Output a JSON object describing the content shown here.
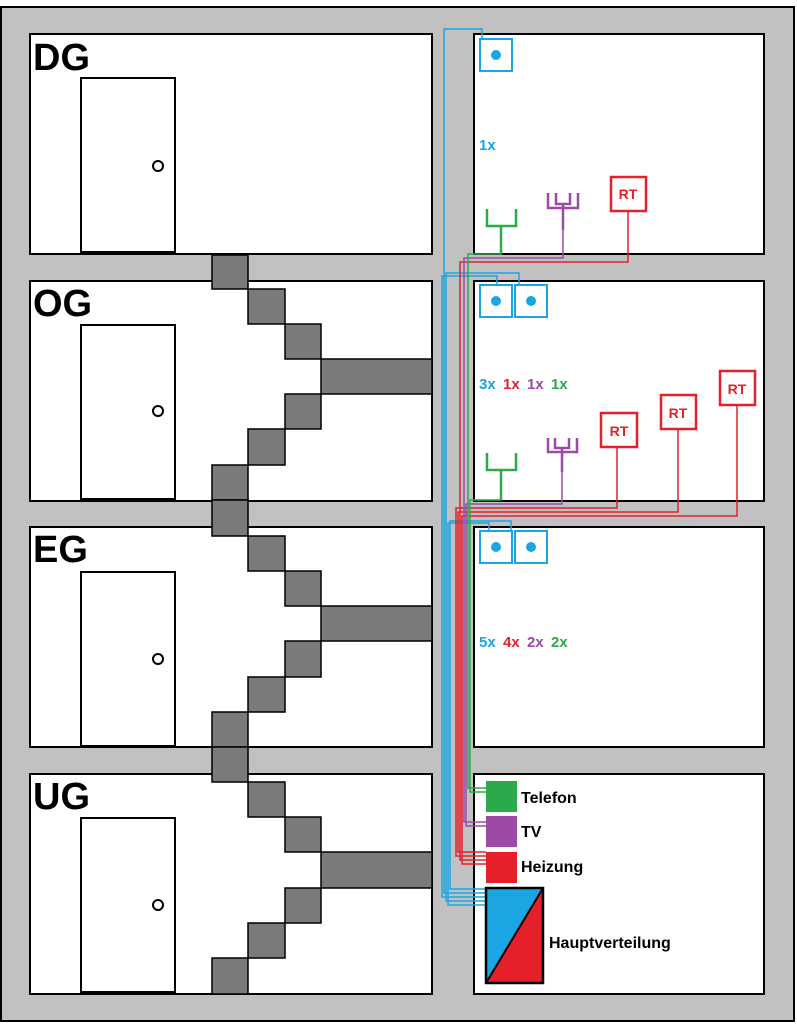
{
  "colors": {
    "data": "#1ca5e3",
    "heating": "#e5202b",
    "tv": "#9b4ba6",
    "phone": "#2aaa4a",
    "frame": "#c1c1c1",
    "stair": "#7a7a7a"
  },
  "floors": {
    "dg": {
      "label": "DG",
      "counts": {
        "data": "1x"
      }
    },
    "og": {
      "label": "OG",
      "counts": {
        "data": "3x",
        "heating": "1x",
        "tv": "1x",
        "phone": "1x"
      }
    },
    "eg": {
      "label": "EG",
      "counts": {
        "data": "5x",
        "heating": "4x",
        "tv": "2x",
        "phone": "2x"
      }
    },
    "ug": {
      "label": "UG"
    }
  },
  "thermostat_label": "RT",
  "legend": {
    "phone": "Telefon",
    "tv": "TV",
    "heating": "Heizung",
    "main": "Hauptverteilung"
  },
  "icons": {
    "data_outlet": "network-socket-icon",
    "phone_outlet": "phone-socket-icon",
    "tv_outlet": "tv-antenna-socket-icon",
    "door": "door-icon"
  }
}
